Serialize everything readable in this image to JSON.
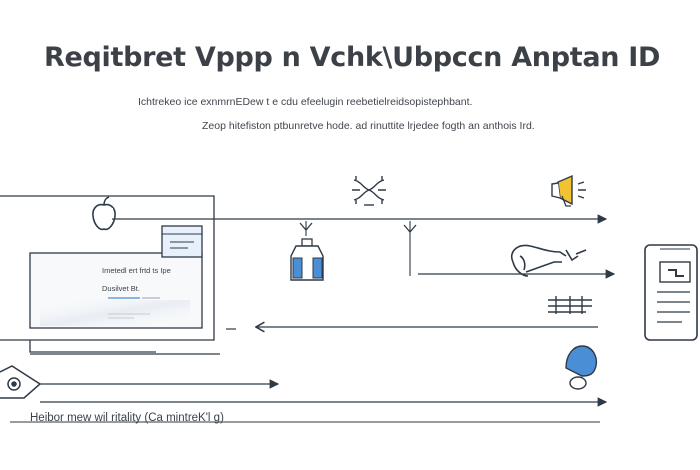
{
  "header": {
    "title": "Reqitbret  Vppp n Vchk\\Ubpccn Anptan ID",
    "subtitle_1": "Ichtrekeo ice exnmrnEDew t e cdu efeelugin reebetielreidsopistephbant.",
    "subtitle_2": "Zeop hitefiston ptbunretve hode. ad rinuttite lrjedee fogth an anthois Ird."
  },
  "monitor": {
    "screen_line_1": "Imetedl ert frtd ts Ipe",
    "screen_line_2": "Dusilvet Bt."
  },
  "caption": "Heibor mew wil ritality (Ca mintreK'l g)",
  "colors": {
    "ink": "#2f3a47",
    "accent_blue": "#4a8fd6",
    "accent_yellow": "#f1c232",
    "light_blue": "#e8f1fb"
  },
  "icons": [
    "apple-logo-icon",
    "hourglass-icon",
    "bottle-icon",
    "megaphone-icon",
    "hand-device-icon",
    "barcode-icon",
    "id-card-icon",
    "location-pin-icon",
    "camera-icon"
  ]
}
